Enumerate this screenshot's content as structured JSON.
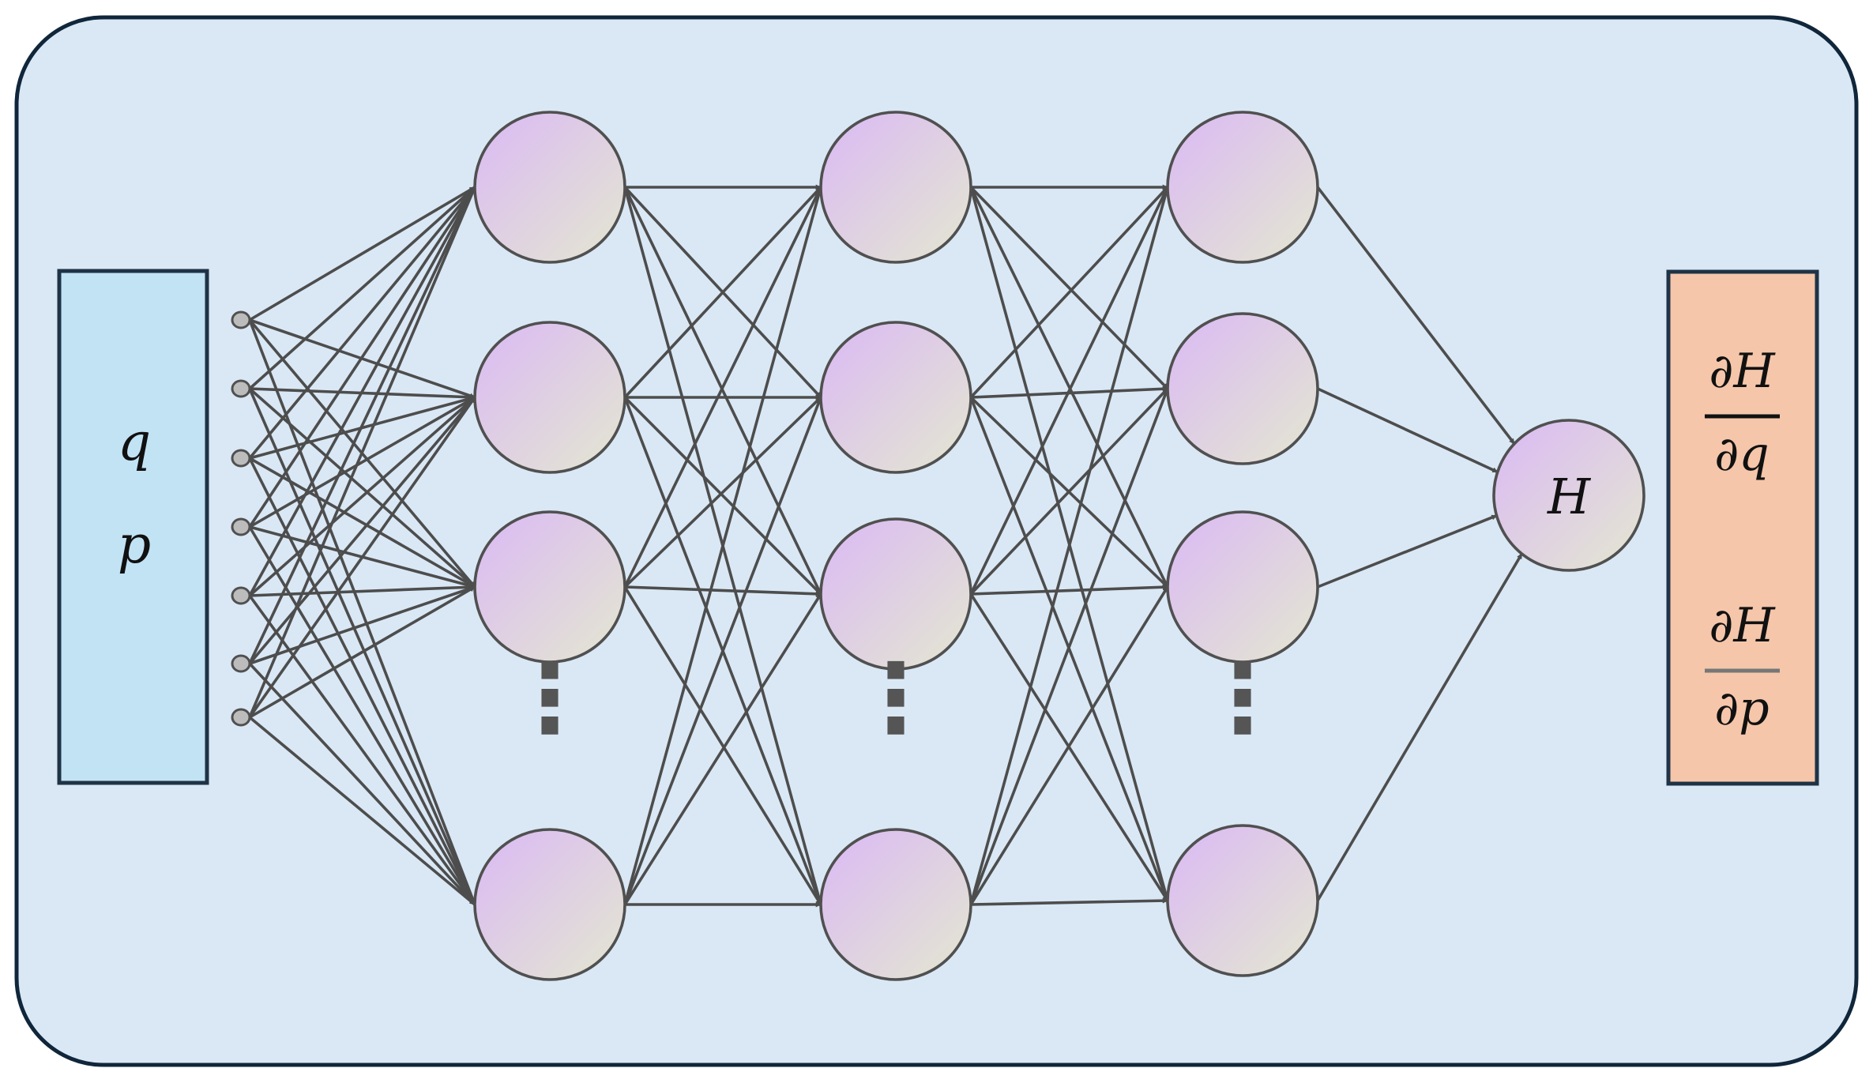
{
  "colors": {
    "panel_fill": "#dae8f5",
    "panel_stroke": "#10263a",
    "input_box_fill": "#c2e3f4",
    "output_box_fill": "#f5c6aa",
    "box_stroke": "#1f3346",
    "neuron_gradient_start": "#dcc0ef",
    "neuron_gradient_end": "#e2e0d6",
    "neuron_stroke": "#505050",
    "edge": "#4d4d4d",
    "input_dot_fill": "#bcbcbc"
  },
  "input_box": {
    "labels": [
      "q",
      "p"
    ]
  },
  "output_node": {
    "label": "H"
  },
  "output_box": {
    "fractions": [
      {
        "numerator": "∂H",
        "denominator": "∂q"
      },
      {
        "numerator": "∂H",
        "denominator": "∂p"
      }
    ]
  },
  "network": {
    "input_dots": 7,
    "hidden_layers": [
      {
        "neurons": 4,
        "ellipsis": "⋮"
      },
      {
        "neurons": 4,
        "ellipsis": "⋮"
      },
      {
        "neurons": 4,
        "ellipsis": "⋮"
      }
    ],
    "output_neurons": 1
  }
}
